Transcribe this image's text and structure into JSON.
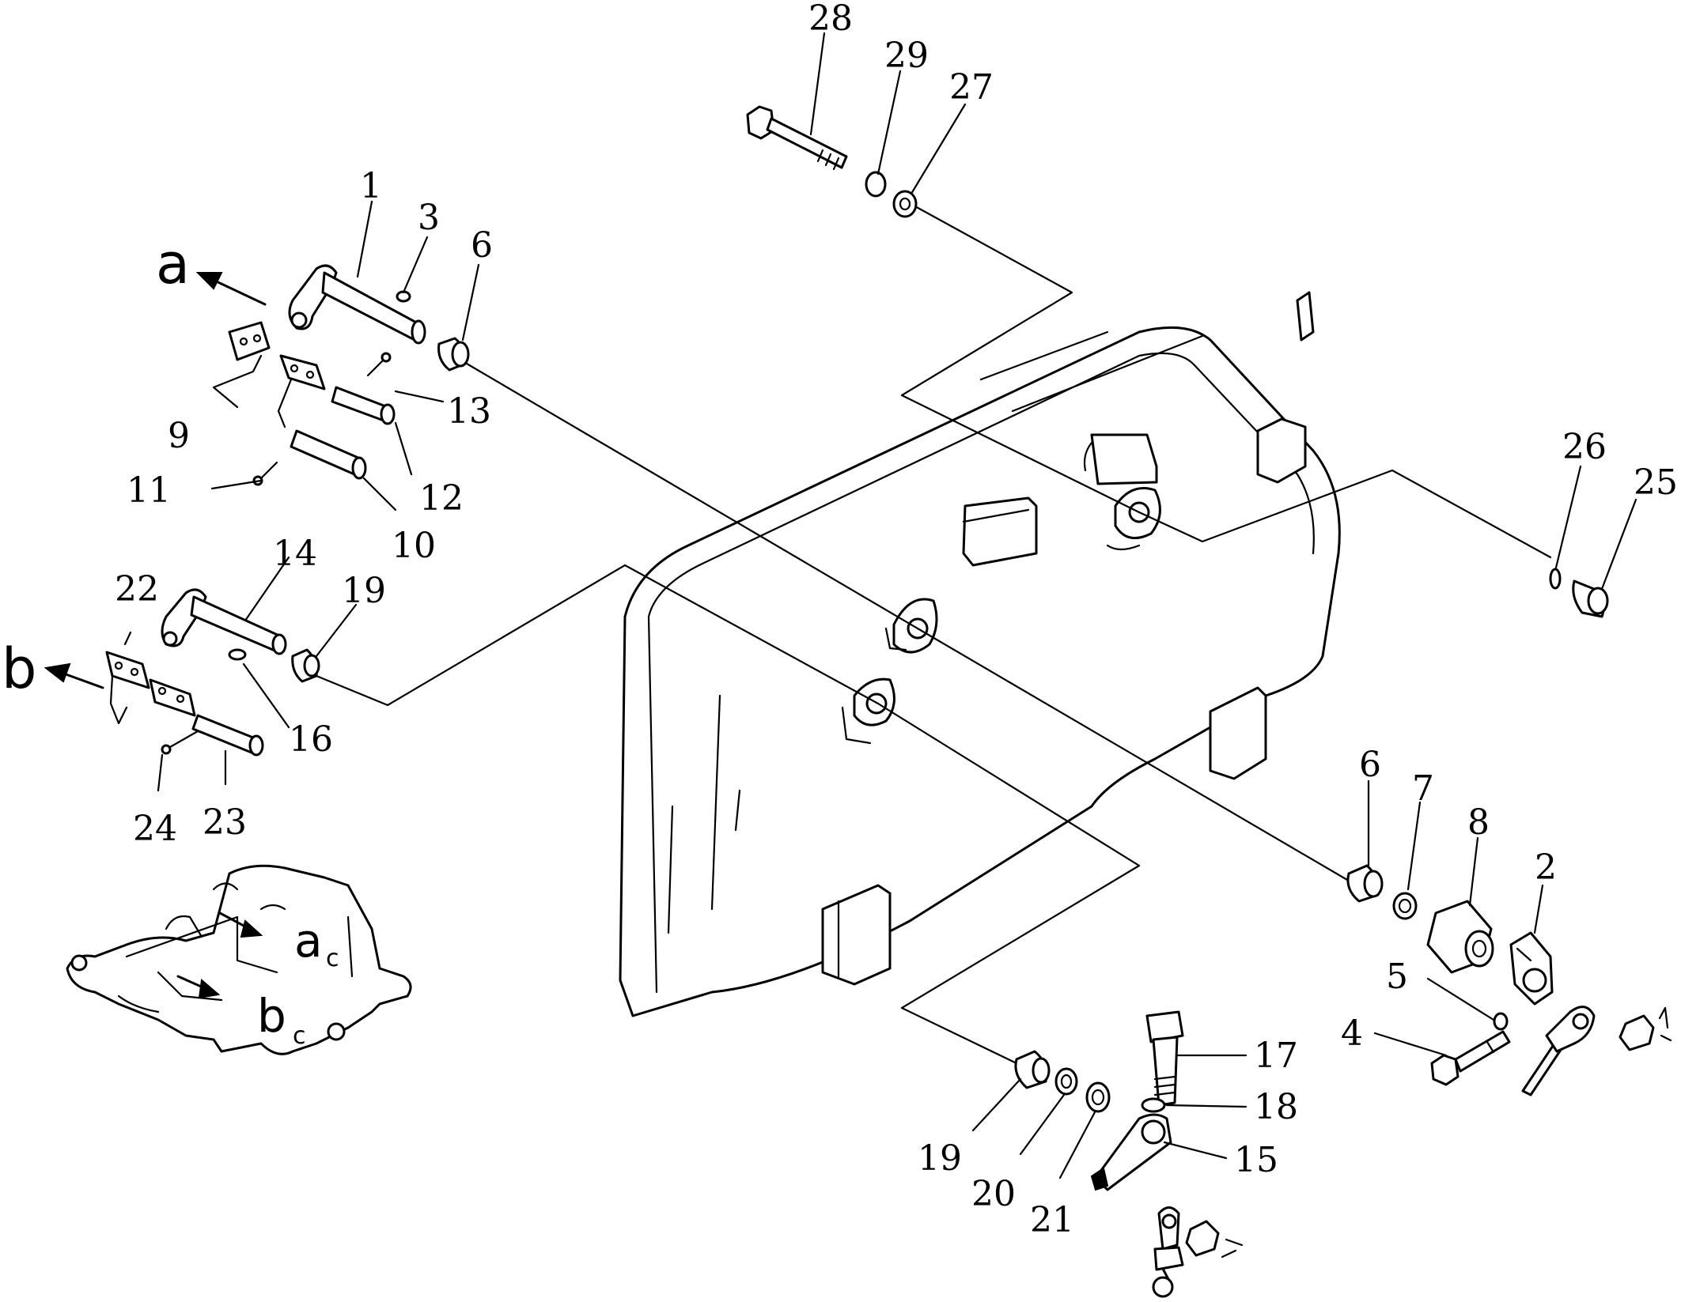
{
  "diagram": {
    "callouts": {
      "c1": "1",
      "c2": "2",
      "c3": "3",
      "c4": "4",
      "c5": "5",
      "c6a": "6",
      "c6b": "6",
      "c7": "7",
      "c8": "8",
      "c9": "9",
      "c10": "10",
      "c11": "11",
      "c12": "12",
      "c13": "13",
      "c14": "14",
      "c15": "15",
      "c16": "16",
      "c17": "17",
      "c18": "18",
      "c19a": "19",
      "c19b": "19",
      "c20": "20",
      "c21": "21",
      "c22": "22",
      "c23": "23",
      "c24": "24",
      "c25": "25",
      "c26": "26",
      "c27": "27",
      "c28": "28",
      "c29": "29"
    },
    "view_refs": {
      "a_arrow": "a",
      "b_arrow": "b",
      "a_inset": "a",
      "b_inset": "b",
      "a_inset_sub": "c",
      "b_inset_sub": "c"
    }
  }
}
